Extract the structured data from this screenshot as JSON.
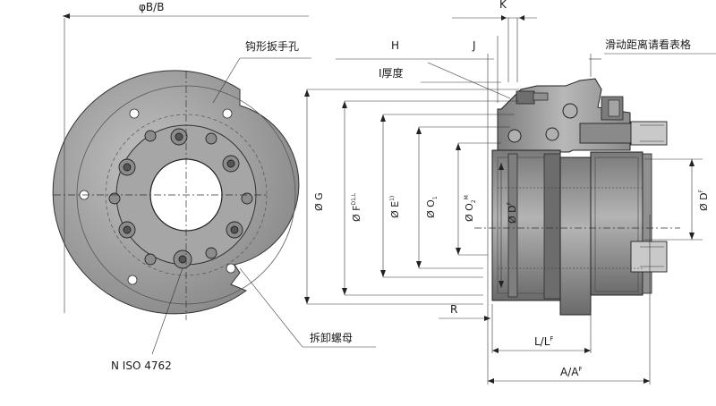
{
  "labels": {
    "phiB": "φB/B",
    "wrench_hole": "钩形扳手孔",
    "H": "H",
    "J": "J",
    "K": "K",
    "I_thickness": "I厚度",
    "slide_distance": "滑动距离请看表格",
    "G": "Ø G",
    "F": "Ø F",
    "F_sup": "D1,L",
    "E": "Ø E",
    "E_sup": "1)",
    "O1": "Ø O",
    "O1_sub": "1",
    "O2": "Ø O",
    "O2_sub": "2",
    "O2_sup": "M",
    "D_left": "Ø D",
    "D_left_sup": "F",
    "D_right": "Ø D",
    "D_right_sup": "F",
    "R": "R",
    "L": "L/L",
    "L_sup": "F",
    "A": "A/A",
    "A_sup": "F",
    "release_nut": "拆卸螺母",
    "iso": "N ISO 4762"
  },
  "colors": {
    "body": "#9a9a9a",
    "body_dark": "#6e6e6e",
    "body_light": "#c4c4c4",
    "line": "#222222"
  }
}
